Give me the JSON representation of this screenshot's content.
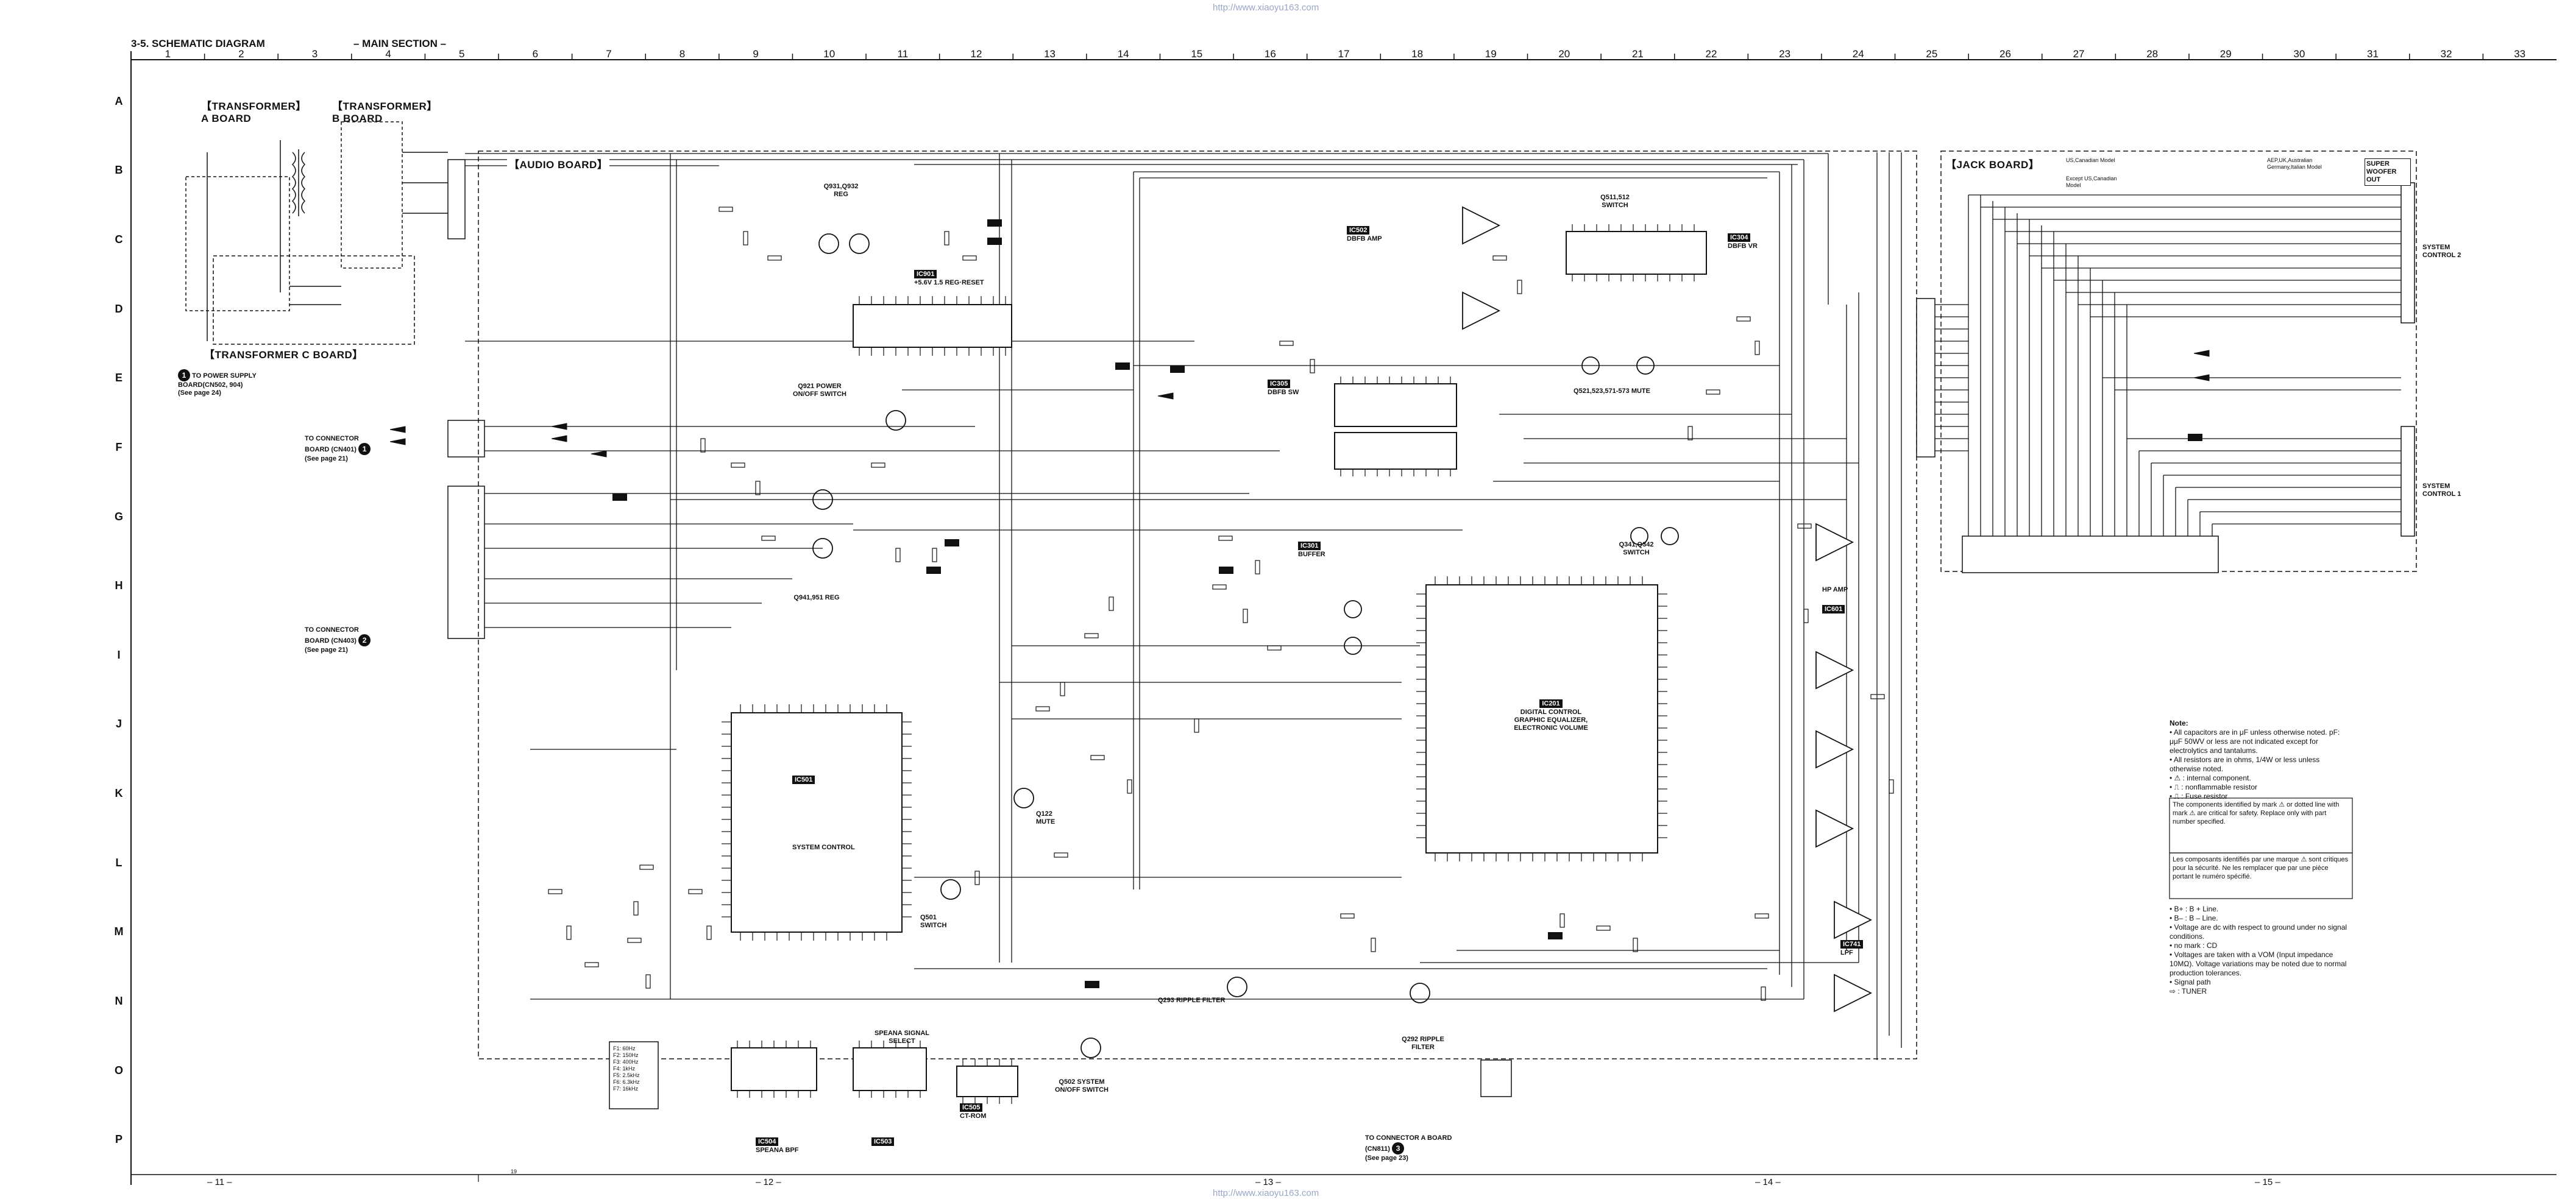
{
  "header": {
    "section": "3-5.  SCHEMATIC DIAGRAM",
    "subtitle": "– MAIN SECTION –",
    "watermark_top": "http://www.xiaoyu163.com",
    "watermark_bottom": "http://www.xiaoyu163.com"
  },
  "columns": [
    "1",
    "2",
    "3",
    "4",
    "5",
    "6",
    "7",
    "8",
    "9",
    "10",
    "11",
    "12",
    "13",
    "14",
    "15",
    "16",
    "17",
    "18",
    "19",
    "20",
    "21",
    "22",
    "23",
    "24",
    "25",
    "26",
    "27",
    "28",
    "29",
    "30",
    "31",
    "32",
    "33"
  ],
  "rows": [
    "A",
    "B",
    "C",
    "D",
    "E",
    "F",
    "G",
    "H",
    "I",
    "J",
    "K",
    "L",
    "M",
    "N",
    "O",
    "P"
  ],
  "boards": {
    "transformer_a": "【TRANSFORMER】 A BOARD",
    "transformer_b": "【TRANSFORMER】 B BOARD",
    "transformer_c": "【TRANSFORMER C BOARD】",
    "audio": "【AUDIO BOARD】",
    "jack": "【JACK BOARD】"
  },
  "connectors": {
    "power_supply": {
      "num": "1",
      "text": "TO POWER SUPPLY BOARD(CN502, 904)",
      "page": "(See page 24)"
    },
    "cn401": {
      "num": "1",
      "text": "TO CONNECTOR BOARD (CN401)",
      "page": "(See page 21)"
    },
    "cn403": {
      "num": "2",
      "text": "TO CONNECTOR BOARD (CN403)",
      "page": "(See page 21)"
    },
    "cn811": {
      "num": "3",
      "text": "TO CONNECTOR A BOARD (CN811)",
      "page": "(See page 23)"
    }
  },
  "ics": {
    "ic901": "IC901",
    "ic901_desc": "+5.6V 1.5 REG·RESET",
    "ic502": "IC502",
    "ic502_desc": "DBFB AMP",
    "ic305": "IC305",
    "ic305_desc": "DBFB SW",
    "ic304": "IC304",
    "ic304_desc": "DBFB VR",
    "ic301": "IC301",
    "ic301_desc": "BUFFER",
    "ic201": "IC201",
    "ic201_desc": "DIGITAL CONTROL GRAPHIC EQUALIZER, ELECTRONIC VOLUME",
    "ic501": "IC501",
    "ic501_desc": "SYSTEM CONTROL",
    "ic601": "IC601",
    "ic601_desc": "HP AMP",
    "ic741": "IC741",
    "ic741_desc": "LPF",
    "ic504": "IC504",
    "ic504_desc": "SPEANA BPF",
    "ic503": "IC503",
    "ic503_desc": "SPEANA SIGNAL SELECT",
    "ic505": "IC505",
    "ic505_desc": "CT-ROM"
  },
  "transistors": {
    "q931": "Q931,Q932 REG",
    "q921": "Q921 POWER ON/OFF SWITCH",
    "q941": "Q941,951 REG",
    "q511": "Q511,512 SWITCH",
    "q521": "Q521,523,571-573 MUTE",
    "q341": "Q341,Q342 SWITCH",
    "q122": "Q122 MUTE",
    "q501": "Q501 SWITCH",
    "q293": "Q293 RIPPLE FILTER",
    "q292": "Q292 RIPPLE FILTER",
    "q502": "Q502 SYSTEM ON/OFF SWITCH"
  },
  "right_labels": {
    "super_woofer": "SUPER WOOFER OUT",
    "system_control_2": "SYSTEM CONTROL 2",
    "system_control_1": "SYSTEM CONTROL 1",
    "aep_note": "AEP,UK,Australian Germany,Italian Model",
    "except_us": "Except US,Canadian Model",
    "us_canadian": "US,Canadian Model"
  },
  "speana_freqs": [
    "F1: 60Hz",
    "F2: 150Hz",
    "F3: 400Hz",
    "F4: 1kHz",
    "F5: 2.5kHz",
    "F6: 6.3kHz",
    "F7: 16kHz"
  ],
  "notes": {
    "title": "Note:",
    "lines": [
      "• All capacitors are in μF unless otherwise noted. pF: μμF 50WV or less are not indicated except for electrolytics and tantalums.",
      "• All resistors are in ohms, 1/4W or less unless otherwise noted.",
      "• ⚠ : internal component.",
      "• ⎍ : nonflammable resistor",
      "• ⎍ : Fuse resistor"
    ],
    "box_en": "The components identified by mark ⚠ or dotted line with mark ⚠ are critical for safety. Replace only with part number specified.",
    "box_fr": "Les composants identifiés par une marque ⚠ sont critiques pour la sécurité. Ne les remplacer que par une pièce portant le numéro spécifié.",
    "lines2": [
      "• B+ : B + Line.",
      "• B– : B – Line.",
      "• Voltage are dc with respect to ground under no signal conditions.",
      "• no mark : CD",
      "• Voltages are taken with a VOM (Input impedance 10MΩ). Voltage variations may be noted due to normal production tolerances.",
      "• Signal path",
      "⇨ : TUNER"
    ]
  },
  "pages": [
    "– 11 –",
    "– 12 –",
    "– 13 –",
    "– 14 –",
    "– 15 –"
  ],
  "misc": {
    "p19": "19"
  }
}
